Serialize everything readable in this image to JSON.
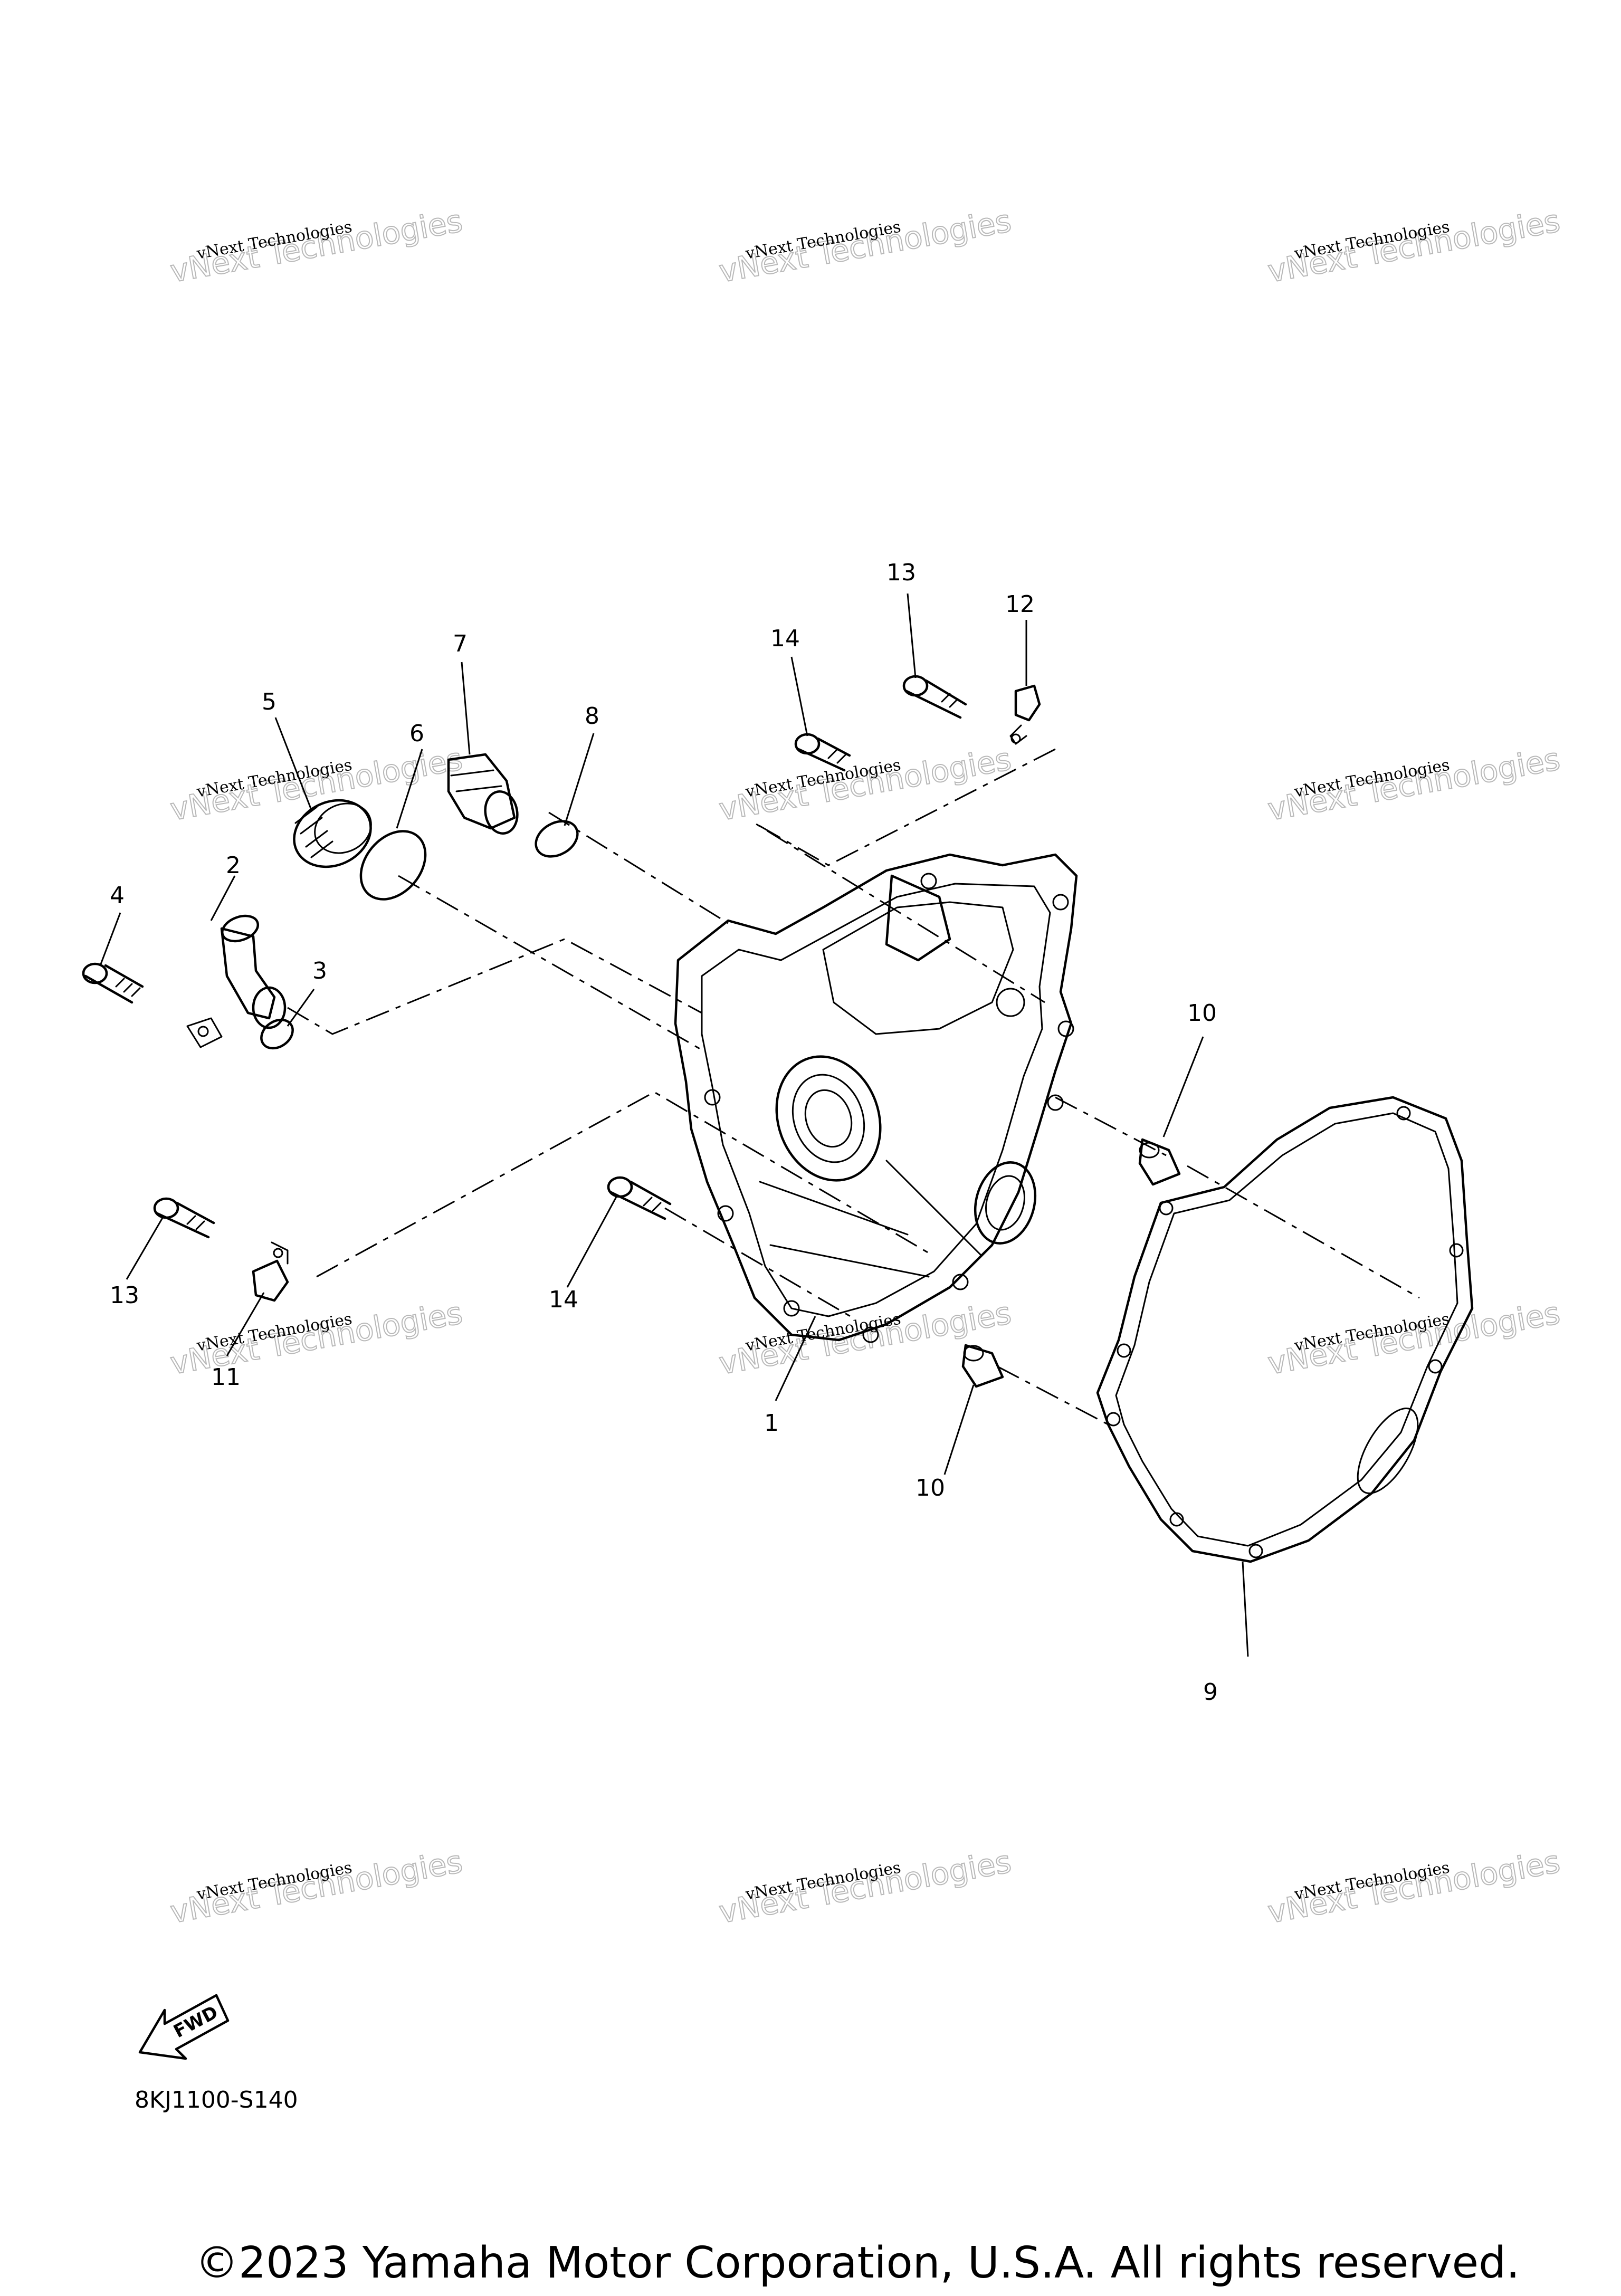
{
  "watermark": {
    "line1": "vNext Technologies",
    "line2": "vNext Technologies"
  },
  "callouts": [
    "1",
    "2",
    "3",
    "4",
    "5",
    "6",
    "7",
    "8",
    "9",
    "10",
    "10",
    "11",
    "12",
    "13",
    "13",
    "14",
    "14"
  ],
  "fwd_label": "FWD",
  "diagram_code": "8KJ1100-S140",
  "copyright": "©2023 Yamaha Motor Corporation, U.S.A. All rights reserved."
}
